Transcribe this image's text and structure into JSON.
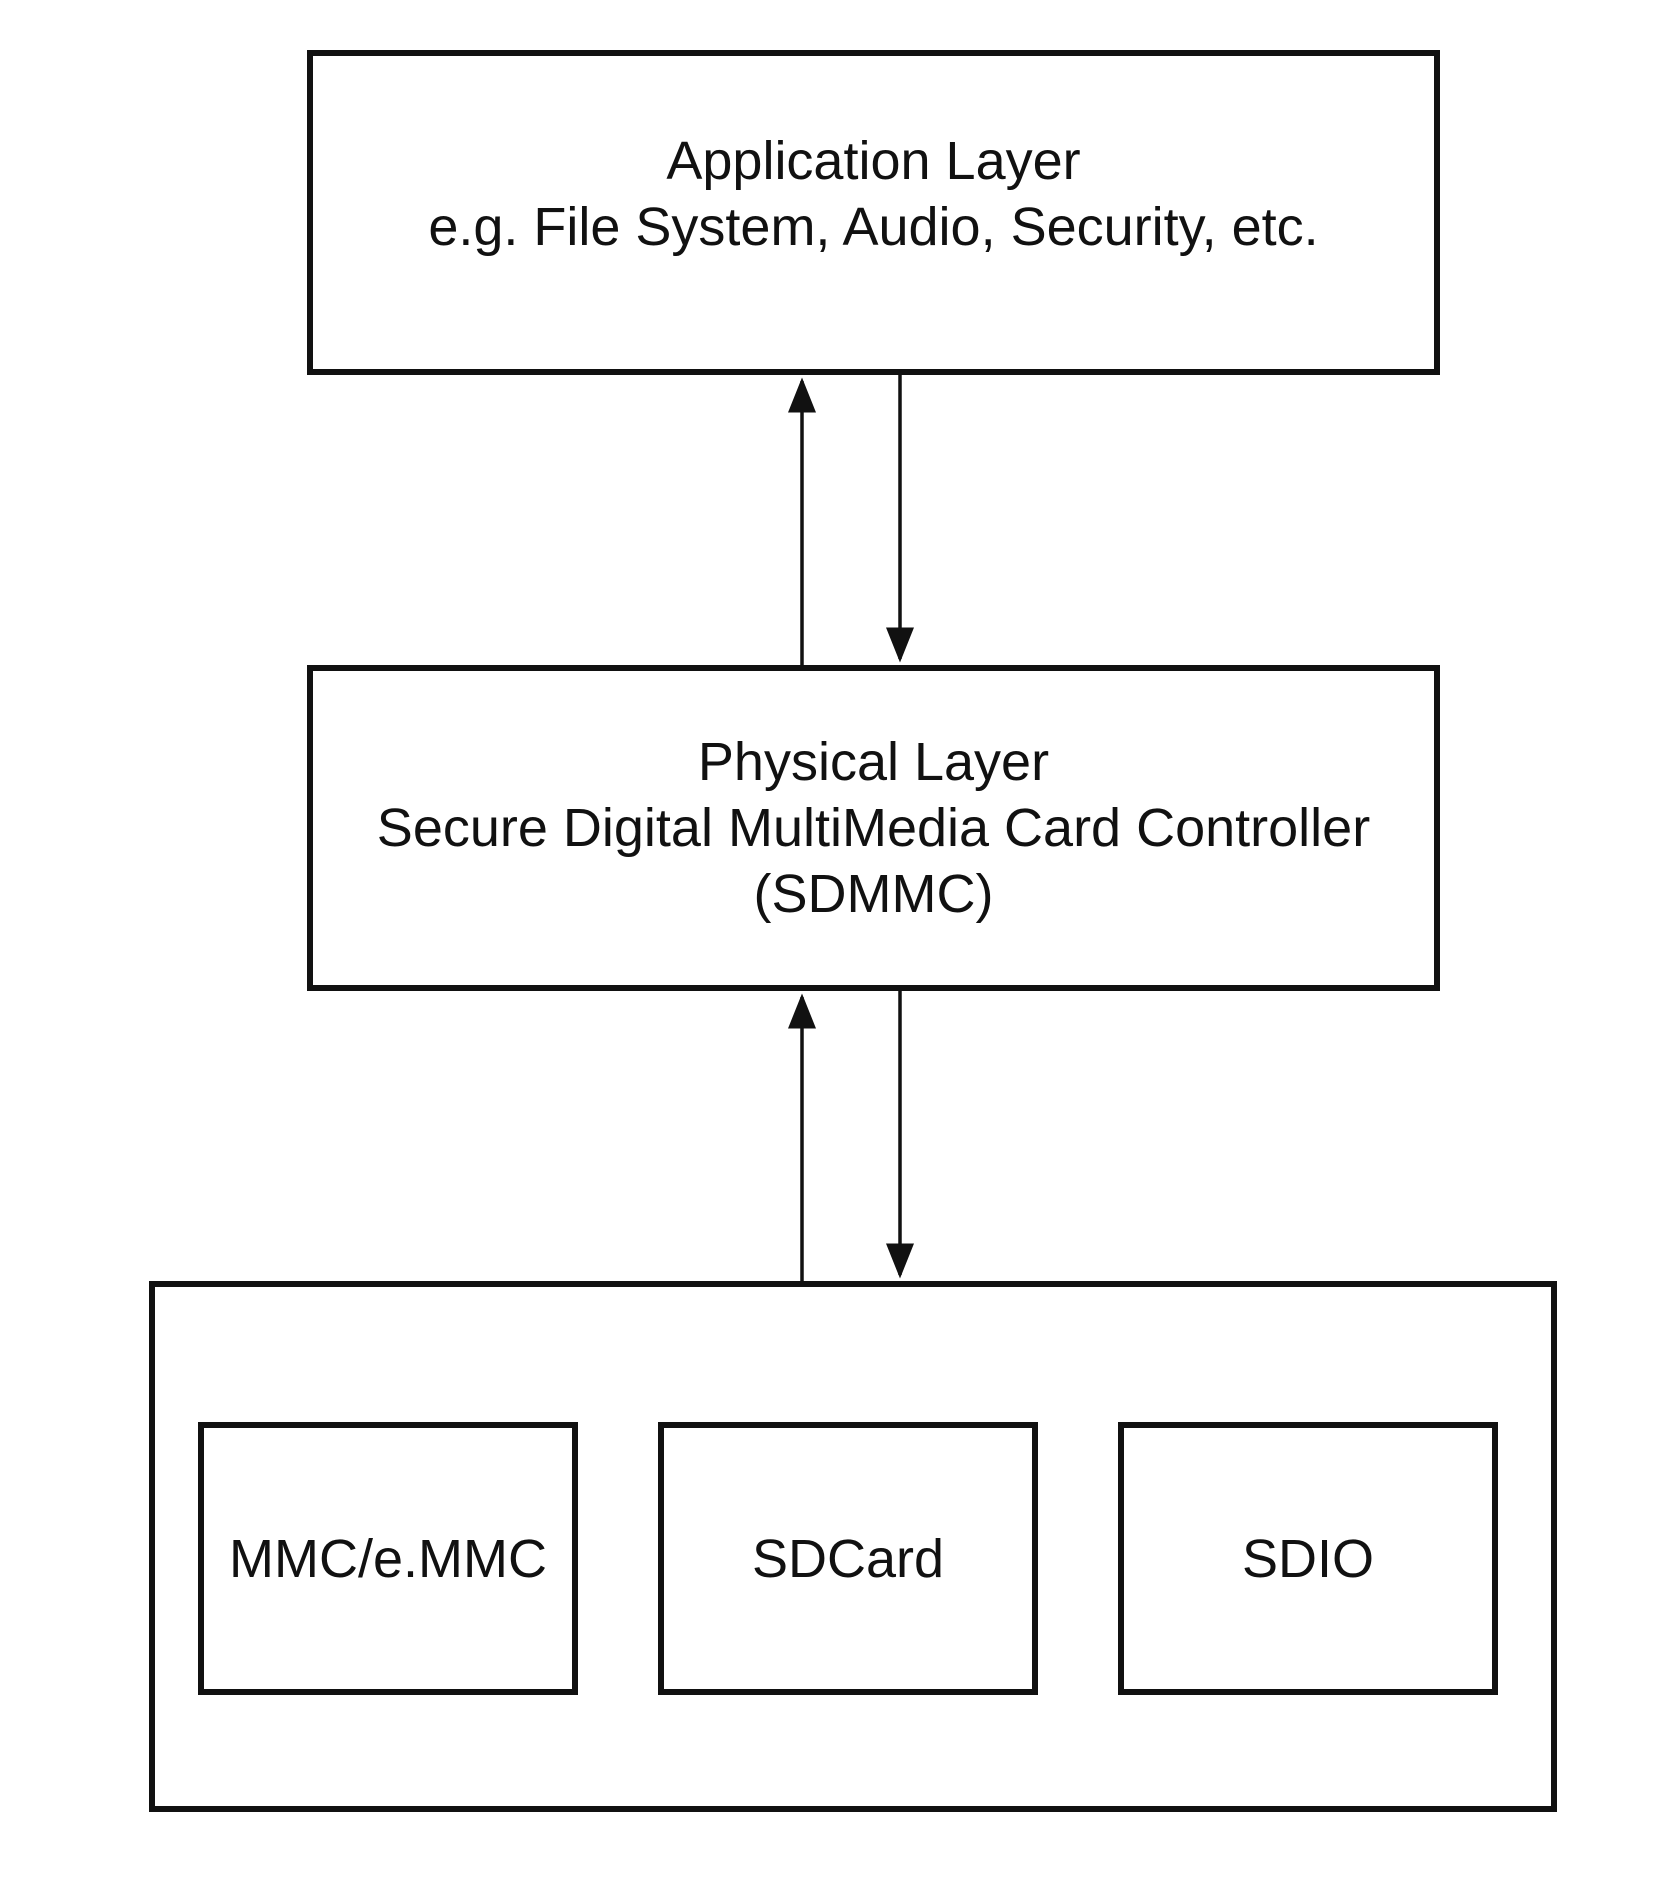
{
  "diagram": {
    "application_layer": {
      "title": "Application Layer",
      "subtitle": "e.g. File System, Audio, Security, etc."
    },
    "physical_layer": {
      "title": "Physical Layer",
      "subtitle": "Secure Digital MultiMedia Card Controller",
      "abbreviation": "(SDMMC)"
    },
    "card_group": {
      "cards": [
        {
          "label": "MMC/e.MMC"
        },
        {
          "label": "SDCard"
        },
        {
          "label": "SDIO"
        }
      ]
    },
    "connections": [
      {
        "from": "Physical Layer",
        "to": "Application Layer"
      },
      {
        "from": "Application Layer",
        "to": "Physical Layer"
      },
      {
        "from": "card group",
        "to": "Physical Layer"
      },
      {
        "from": "Physical Layer",
        "to": "card group"
      }
    ],
    "colors": {
      "line": "#111111",
      "background": "#ffffff"
    }
  }
}
